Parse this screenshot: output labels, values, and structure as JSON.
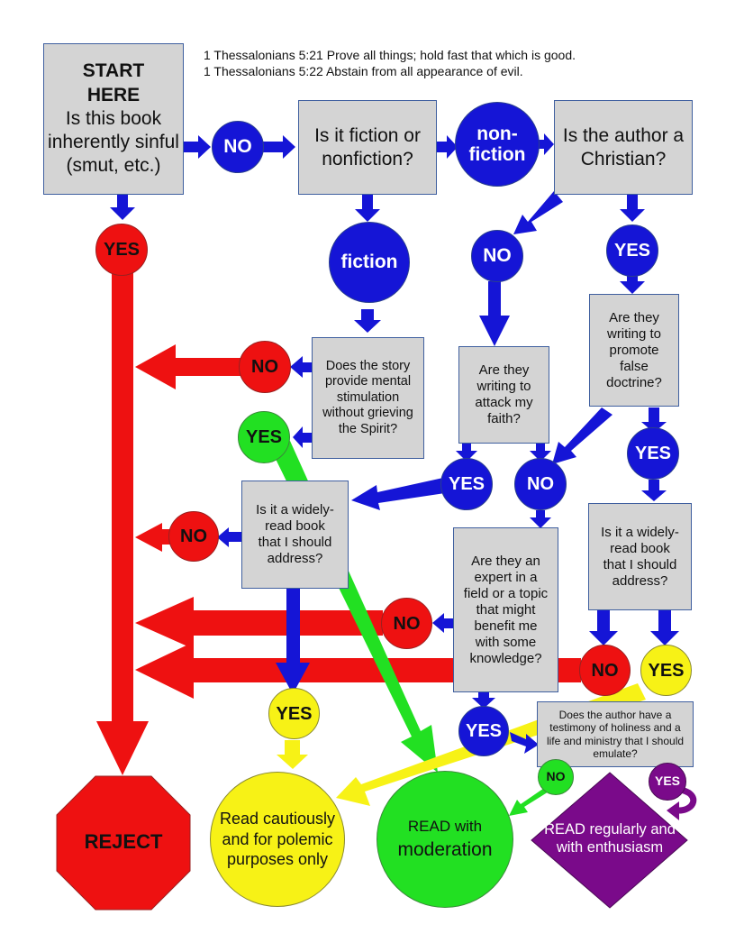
{
  "verses": {
    "v21": "1 Thessalonians 5:21 Prove all things; hold fast that which is good.",
    "v22": "1 Thessalonians 5:22 Abstain from all appearance of evil."
  },
  "start": {
    "title": "START HERE",
    "question": "Is this book inherently sinful (smut, etc.)"
  },
  "questions": {
    "fiction_or_nonfiction": "Is it fiction or nonfiction?",
    "author_christian": "Is the author a Christian?",
    "mental_stimulation": "Does the story provide mental stimulation without grieving the Spirit?",
    "attack_faith": "Are they writing to attack my faith?",
    "false_doctrine": "Are they writing to promote false doctrine?",
    "widely_read_left": "Is it a widely-read book that I should address?",
    "expert": "Are they an expert in a field or a topic that might benefit me with some knowledge?",
    "widely_read_right": "Is it a widely-read book that I should address?",
    "testimony": "Does the author have a testimony of holiness and a life and ministry that I should emulate?"
  },
  "nodes": {
    "no_sinful": "NO",
    "yes_sinful": "YES",
    "nonfiction": "non-fiction",
    "fiction": "fiction",
    "no_christian": "NO",
    "yes_christian": "YES",
    "no_stimulation": "NO",
    "yes_stimulation": "YES",
    "yes_attack": "YES",
    "no_attack": "NO",
    "yes_false_doctrine": "YES",
    "no_widely_left": "NO",
    "yes_widely_left": "YES",
    "no_expert": "NO",
    "no_widely_right": "NO",
    "yes_widely_right": "YES",
    "yes_expert": "YES",
    "no_testimony": "NO",
    "yes_testimony": "YES"
  },
  "outcomes": {
    "reject": "REJECT",
    "cautious": "Read cautiously and for polemic purposes only",
    "moderation_line1": "READ with",
    "moderation_line2": "moderation",
    "enthusiasm": "READ regularly and with enthusiasm"
  },
  "colors": {
    "blue": "#1515d6",
    "red": "#ee1111",
    "green": "#22e022",
    "yellow": "#f7f216",
    "purple": "#7a0a8a",
    "box_fill": "#d4d4d4"
  }
}
